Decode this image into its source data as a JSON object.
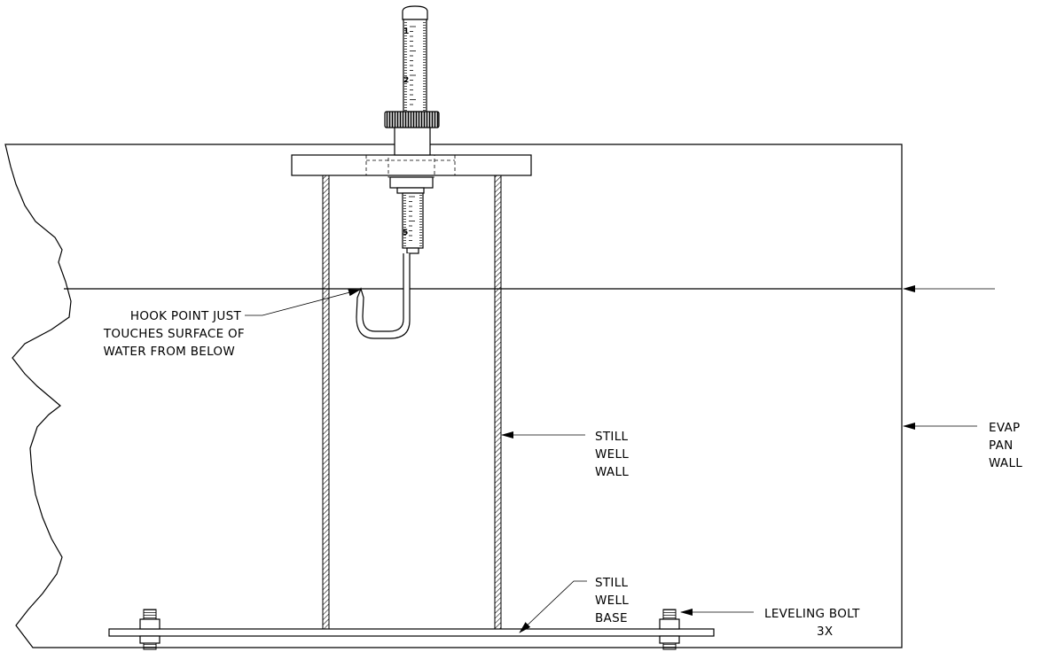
{
  "labels": {
    "hook_point": [
      "HOOK POINT JUST",
      "TOUCHES SURFACE OF",
      "WATER FROM BELOW"
    ],
    "still_well_wall": [
      "STILL",
      "WELL",
      "WALL"
    ],
    "evap_pan_wall": [
      "EVAP",
      "PAN",
      "WALL"
    ],
    "still_well_base": [
      "STILL",
      "WELL",
      "BASE"
    ],
    "leveling_bolt": [
      "LEVELING BOLT",
      "3X"
    ]
  },
  "gauge_scale": {
    "upper_ticks": [
      "1",
      "2"
    ],
    "lower_ticks": [
      "5"
    ]
  }
}
